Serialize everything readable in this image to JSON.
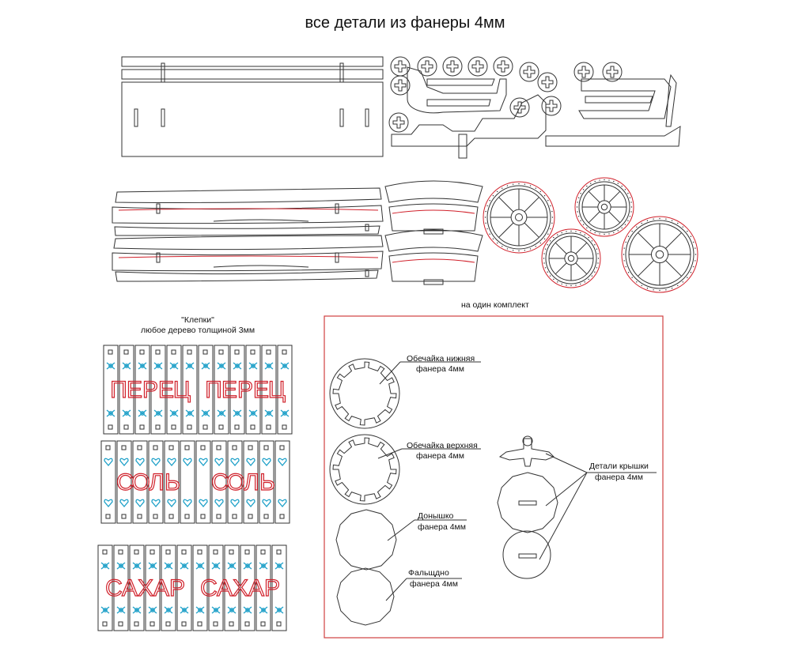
{
  "title": "все детали из фанеры 4мм",
  "kit_title": "на один комплект",
  "staves": {
    "title": "\"Клепки\"",
    "subtitle": "любое дерево толщиной 3мм",
    "rows": [
      {
        "word": "ПЕРЕЦ",
        "letters": [
          "П",
          "Е",
          "Р",
          "Е",
          "Ц"
        ],
        "ornament": "flower"
      },
      {
        "word": "СОЛЬ",
        "letters": [
          "С",
          "О",
          "Л",
          "Ь"
        ],
        "ornament": "heart"
      },
      {
        "word": "САХАР",
        "letters": [
          "С",
          "А",
          "Х",
          "А",
          "Р"
        ],
        "ornament": "flower"
      }
    ]
  },
  "parts": [
    {
      "label_1": "Обечайка нижняя",
      "label_2": "фанера 4мм"
    },
    {
      "label_1": "Обечайка верхняя",
      "label_2": "фанера 4мм"
    },
    {
      "label_1": "Донышко",
      "label_2": "фанера 4мм"
    },
    {
      "label_1": "Фальщдно",
      "label_2": "фанера 4мм"
    },
    {
      "label_1": "Детали крышки",
      "label_2": "фанера 4мм"
    }
  ],
  "colors": {
    "line": "#333333",
    "cut_red": "#d0202a",
    "ornament_blue": "#1ea0c8",
    "frame_red": "#d04040"
  }
}
